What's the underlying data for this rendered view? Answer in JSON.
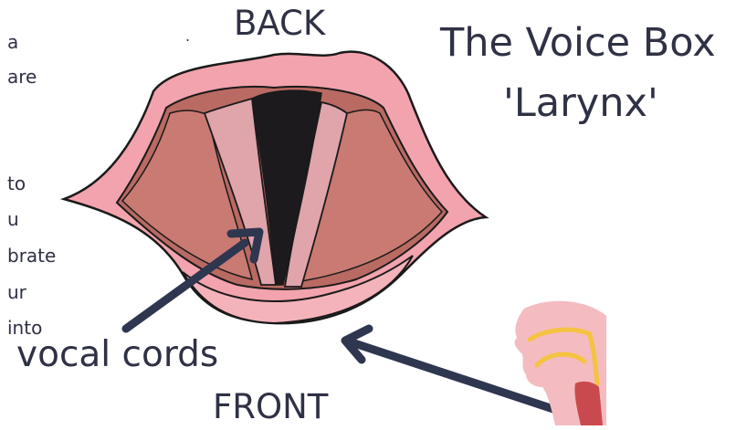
{
  "title": {
    "line1": "The Voice Box",
    "line2": "'Larynx'"
  },
  "labels": {
    "back": "BACK",
    "front": "FRONT",
    "vocal_cords": "vocal cords",
    "dot": "."
  },
  "cropped_text": [
    "a",
    "are",
    "to",
    "u",
    "brate",
    "ur",
    "into"
  ],
  "colors": {
    "text": "#2f3145",
    "arrow": "#2f3650",
    "lip_pink": "#f2a3ad",
    "lip_outline": "#1a1a1a",
    "muscle": "#c97a72",
    "vocal_fold": "#e0a4ab",
    "airway": "#1c1a1c",
    "head_pink": "#f4bcc0",
    "tract_red": "#c94a4e",
    "tract_yellow": "#f4c340"
  },
  "icons": {
    "larynx": "larynx-top-view-illustration",
    "head": "head-side-profile-icon"
  }
}
